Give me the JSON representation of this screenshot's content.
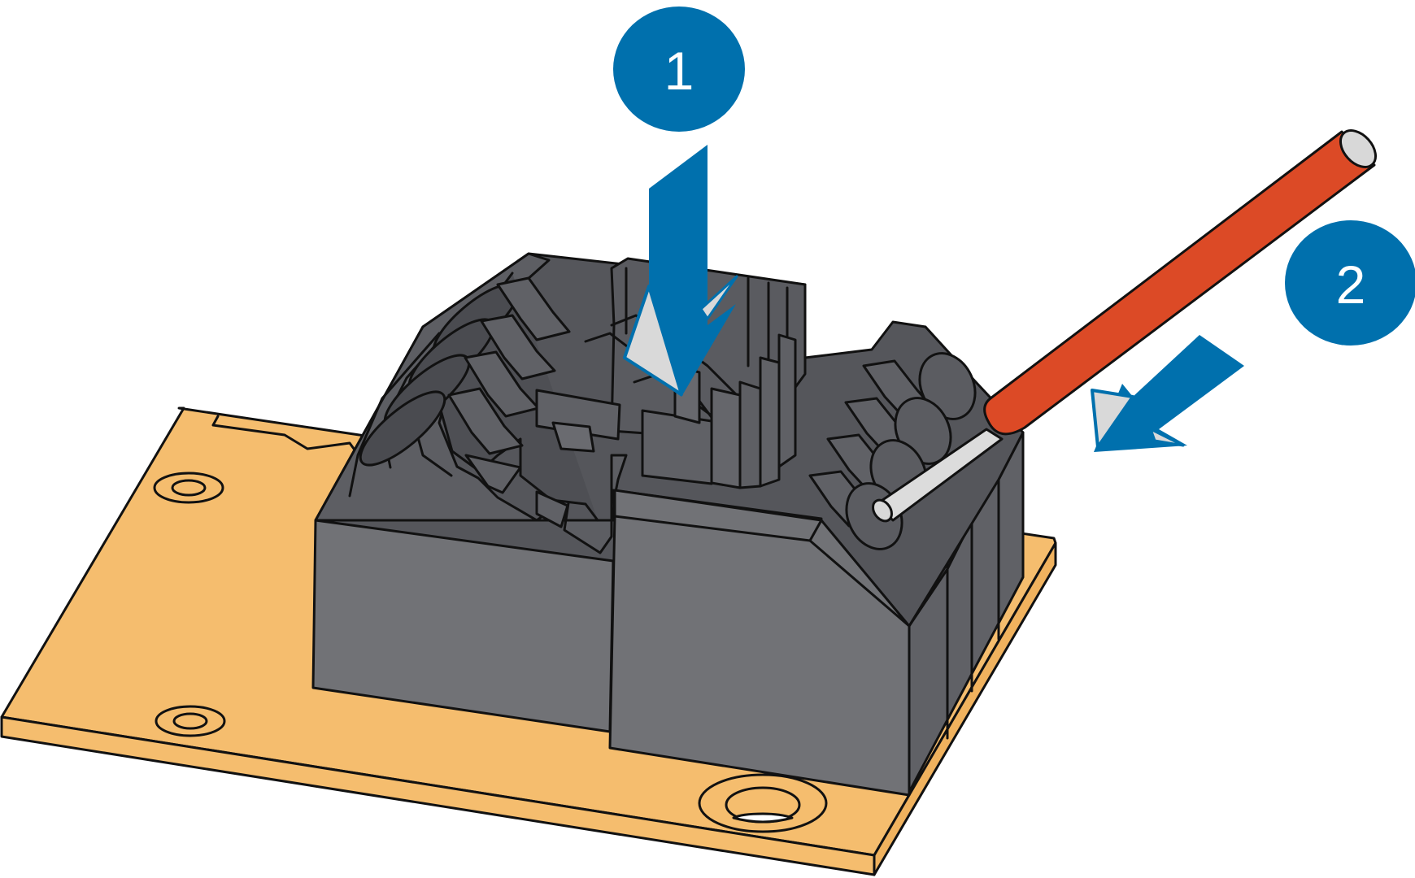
{
  "steps": [
    {
      "label": "1",
      "action": "press-down"
    },
    {
      "label": "2",
      "action": "insert-wire"
    }
  ],
  "colors": {
    "board": "#f5bd6e",
    "block_front": "#717276",
    "block_top": "#55565b",
    "badge": "#0070ad",
    "wire": "#dc4a26",
    "ferrule": "#dcdcdc",
    "outline": "#111111"
  },
  "icons": {
    "step1": "down-arrow-icon",
    "step2": "insert-arrow-icon"
  }
}
